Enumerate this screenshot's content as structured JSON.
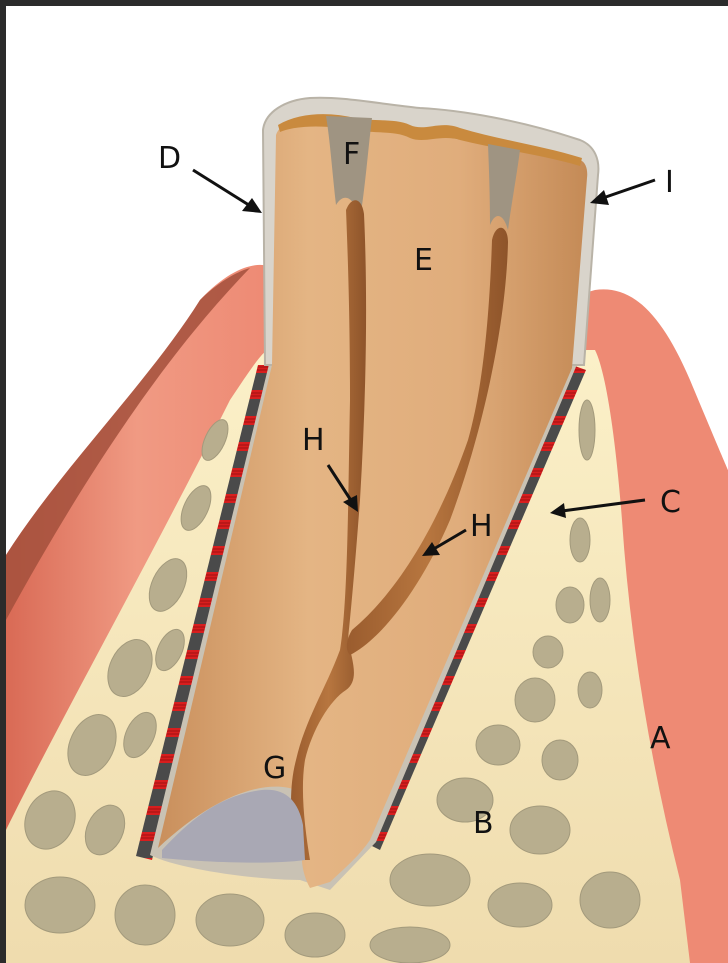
{
  "labels": {
    "A": "A",
    "B": "B",
    "C": "C",
    "D": "D",
    "E": "E",
    "F": "F",
    "G": "G",
    "H1": "H",
    "H2": "H",
    "I": "I"
  },
  "colors": {
    "frame": "#2b2b2b",
    "background": "#ffffff",
    "gum": "#ee8f78",
    "gum_dark": "#8c3d2c",
    "bone": "#f3e3b8",
    "bone_pore": "#b5ac8c",
    "ligament_dark": "#4a4a4a",
    "ligament_fiber": "#d81e1e",
    "cementum": "#c9c2b4",
    "root_dentin": "#dba878",
    "pulp": "#a86a38",
    "enamel_sheath": "#d9d4cb",
    "apex_gap": "#a9a8b4"
  }
}
